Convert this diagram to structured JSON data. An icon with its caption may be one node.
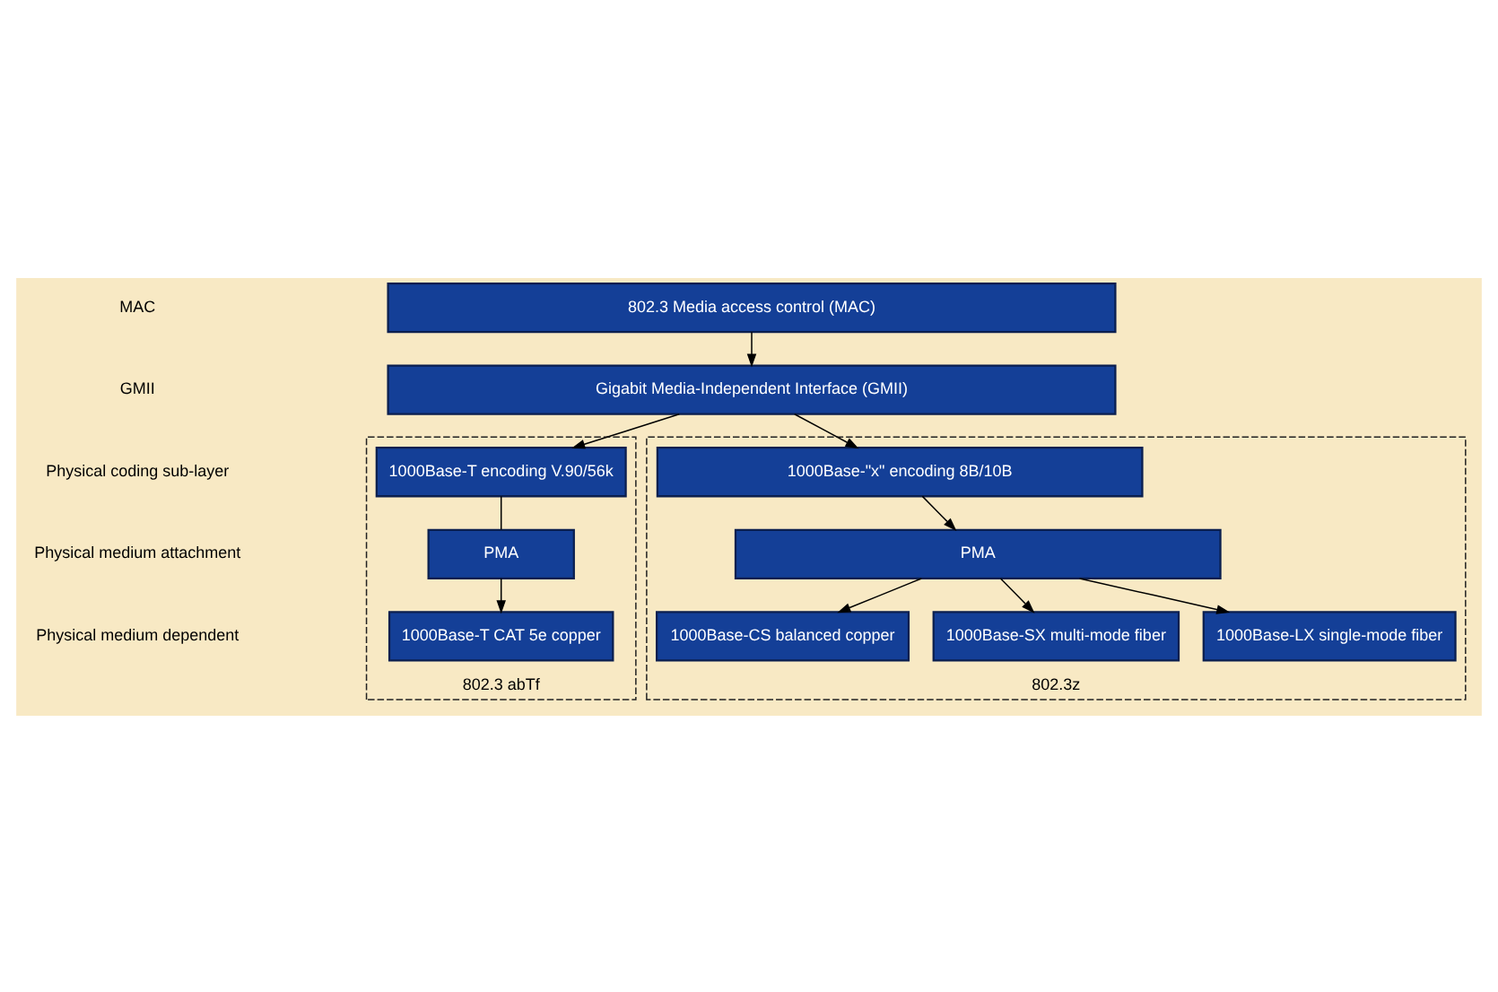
{
  "diagram": {
    "nodes": [
      {
        "text": [
          "802.3 Media access control (MAC)"
        ]
      },
      {
        "text": [
          "Gigabit Media-Independent Interface (GMII)"
        ]
      },
      {
        "text": [
          "802.3 abTf"
        ]
      },
      {
        "text": [
          "1000Base-T encoding V.90/56k"
        ],
        "in": 2
      },
      {
        "text": [
          "PMA"
        ],
        "in": 2
      },
      {
        "text": [
          "1000Base-T CAT 5e copper"
        ],
        "in": 2
      },
      {
        "text": [
          "802.3z"
        ]
      },
      {
        "text": [
          "1000Base-\"x\" encoding 8B/10B"
        ],
        "in": 6
      },
      {
        "text": [
          "PMA"
        ],
        "in": 6
      },
      {
        "text": [
          "1000Base-CS balanced copper"
        ],
        "in": 6
      },
      {
        "text": [
          "1000Base-SX multi-mode fiber"
        ],
        "in": 6
      },
      {
        "text": [
          "1000Base-LX single-mode fiber"
        ],
        "in": 6
      }
    ],
    "edges": [
      {
        "from": 0,
        "to": 1,
        "arrow": "to"
      },
      {
        "from": 1,
        "to": 3,
        "arrow": "to"
      },
      {
        "from": 1,
        "to": 7,
        "arrow": "to"
      },
      {
        "from": 3,
        "to": 4,
        "arrow": "none"
      },
      {
        "from": 4,
        "to": 5,
        "arrow": "to"
      },
      {
        "from": 7,
        "to": 8,
        "arrow": "to"
      },
      {
        "from": 8,
        "to": 9,
        "arrow": "to"
      },
      {
        "from": 8,
        "to": 10,
        "arrow": "to"
      },
      {
        "from": 8,
        "to": 11,
        "arrow": "to"
      }
    ],
    "labels": [
      "MAC",
      "GMII",
      "Physical coding sub-layer",
      "Physical medium attachment",
      "Physical medium dependent"
    ]
  }
}
